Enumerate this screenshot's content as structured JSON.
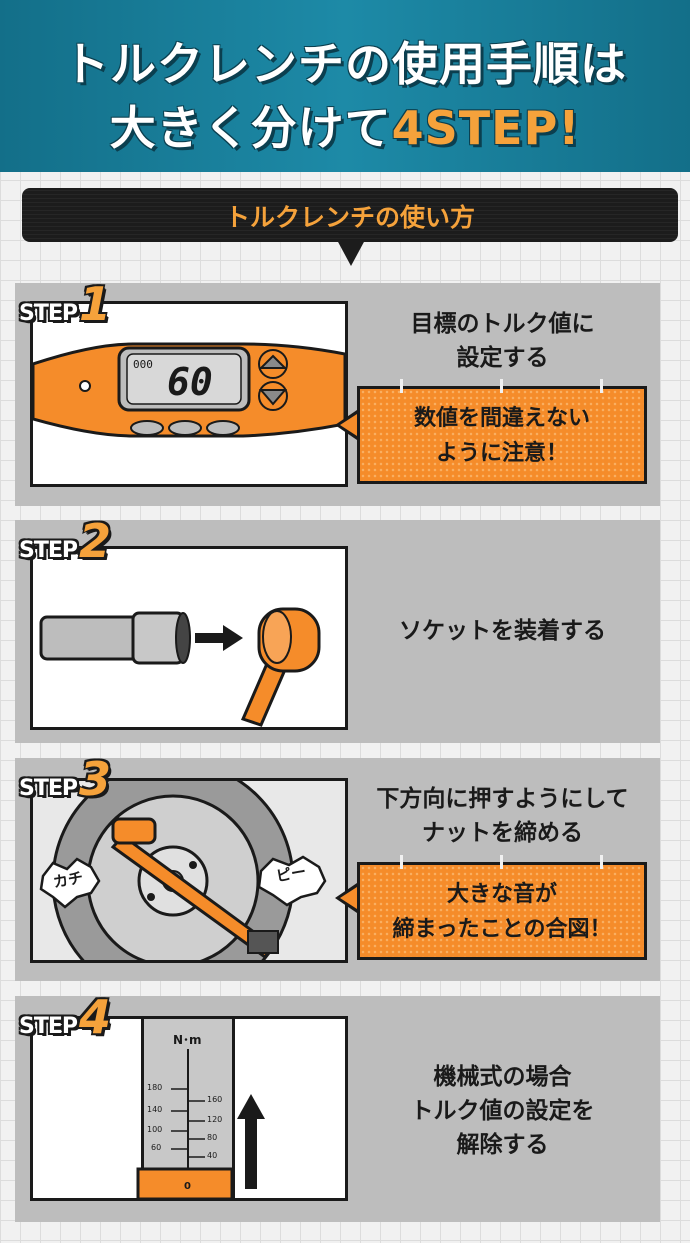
{
  "header": {
    "line1": "トルクレンチの使用手順は",
    "line2_main": "大きく分けて",
    "line2_accent": "4STEP!"
  },
  "banner": {
    "label": "トルクレンチの使い方"
  },
  "steps": [
    {
      "label": "STEP",
      "number": "1",
      "desc": [
        "目標のトルク値に",
        "設定する"
      ],
      "callout": [
        "数値を間違えない",
        "ように注意！"
      ],
      "display": {
        "small": "000",
        "value": "60"
      }
    },
    {
      "label": "STEP",
      "number": "2",
      "desc": [
        "ソケットを装着する"
      ]
    },
    {
      "label": "STEP",
      "number": "3",
      "desc": [
        "下方向に押すようにして",
        "ナットを締める"
      ],
      "callout": [
        "大きな音が",
        "締まったことの合図！"
      ],
      "sounds": [
        "カチ",
        "ピー"
      ]
    },
    {
      "label": "STEP",
      "number": "4",
      "desc": [
        "機械式の場合",
        "トルク値の設定を",
        "解除する"
      ],
      "gauge": {
        "unit": "N･m",
        "left_ticks": [
          "180",
          "140",
          "100",
          "60"
        ],
        "right_ticks": [
          "160",
          "120",
          "80",
          "40"
        ],
        "zero": "0"
      }
    }
  ],
  "colors": {
    "accent": "#f5a23b",
    "orange": "#f58c2a",
    "header": "#1d8aa7",
    "dark": "#1a1a1a"
  }
}
